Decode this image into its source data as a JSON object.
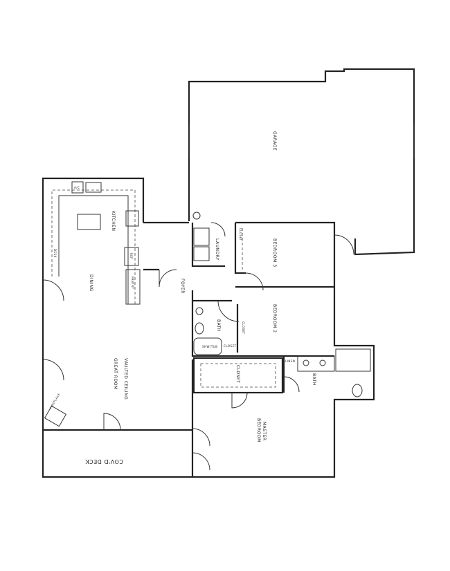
{
  "rooms": {
    "garage": "GARAGE",
    "kitchen": "KITCHEN",
    "dining": "DINING",
    "foyer": "FOYER",
    "laundry": "LAUNDRY",
    "bedroom3": "BEDROOM 3",
    "bedroom2": "BEDROOM 2",
    "bath2": "BATH",
    "master_bath": "BATH",
    "closet_b3": "CLOSET",
    "closet_b2": "CLOSET",
    "closet_bath": "CLOSET",
    "closet_master": "CLOSET",
    "linen": "LINEN",
    "master_a": "MASTER",
    "master_b": "BEDROOM",
    "vaulted": "VAULTED CEILING",
    "great_room": "GREAT ROOM",
    "deck": "COV'D DECK"
  },
  "fixtures": {
    "ac": "A/C",
    "ref": "REF",
    "pantry": "PANTRY",
    "desk": "DESK",
    "tub": "SHW/TUB",
    "fireplace": "FIREPLACE"
  }
}
